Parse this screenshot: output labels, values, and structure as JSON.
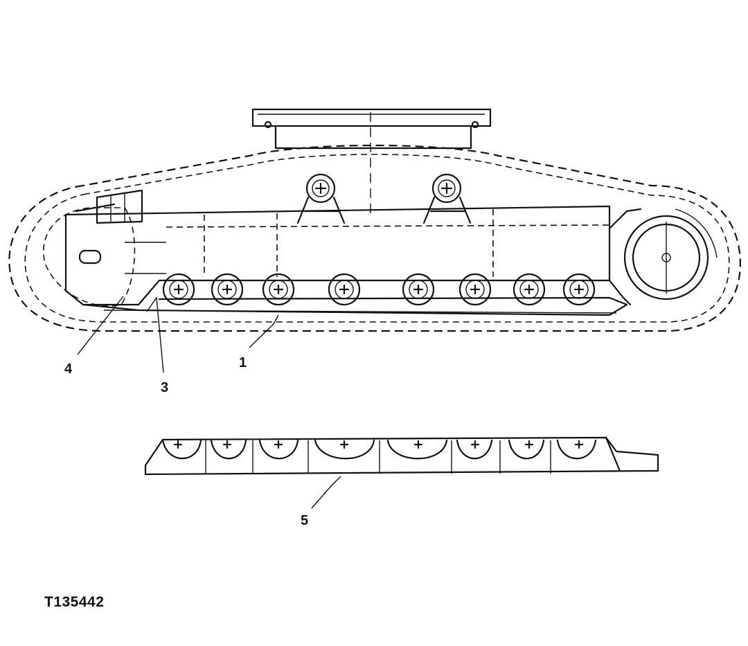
{
  "figure": {
    "id": "T135442",
    "callouts": [
      {
        "label": "1"
      },
      {
        "label": "3"
      },
      {
        "label": "4"
      },
      {
        "label": "5"
      }
    ]
  }
}
